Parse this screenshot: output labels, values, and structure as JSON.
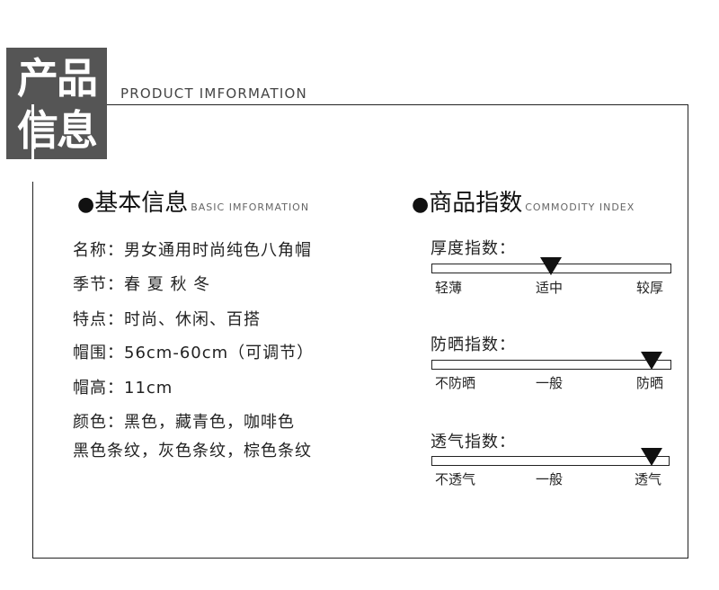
{
  "logo": {
    "line1": "产品",
    "line2": "信息"
  },
  "header_en": "PRODUCT IMFORMATION",
  "basic": {
    "title": "基本信息",
    "title_en": "BASIC IMFORMATION",
    "lines": [
      "名称：男女通用时尚纯色八角帽",
      "季节：春  夏  秋  冬",
      "特点：时尚、休闲、百搭",
      "帽围：56cm-60cm（可调节）",
      "帽高：11cm",
      "颜色：黑色，藏青色，咖啡色",
      "黑色条纹，灰色条纹，棕色条纹"
    ]
  },
  "index": {
    "title": "商品指数",
    "title_en": "COMMODITY INDEX",
    "items": [
      {
        "label": "厚度指数：",
        "left": "轻薄",
        "mid": "适中",
        "right": "较厚",
        "level": 0.5
      },
      {
        "label": "防晒指数：",
        "left": "不防晒",
        "mid": "一般",
        "right": "防晒",
        "level": 0.92
      },
      {
        "label": "透气指数：",
        "left": "不透气",
        "mid": "一般",
        "right": "透气",
        "level": 0.92
      }
    ]
  }
}
